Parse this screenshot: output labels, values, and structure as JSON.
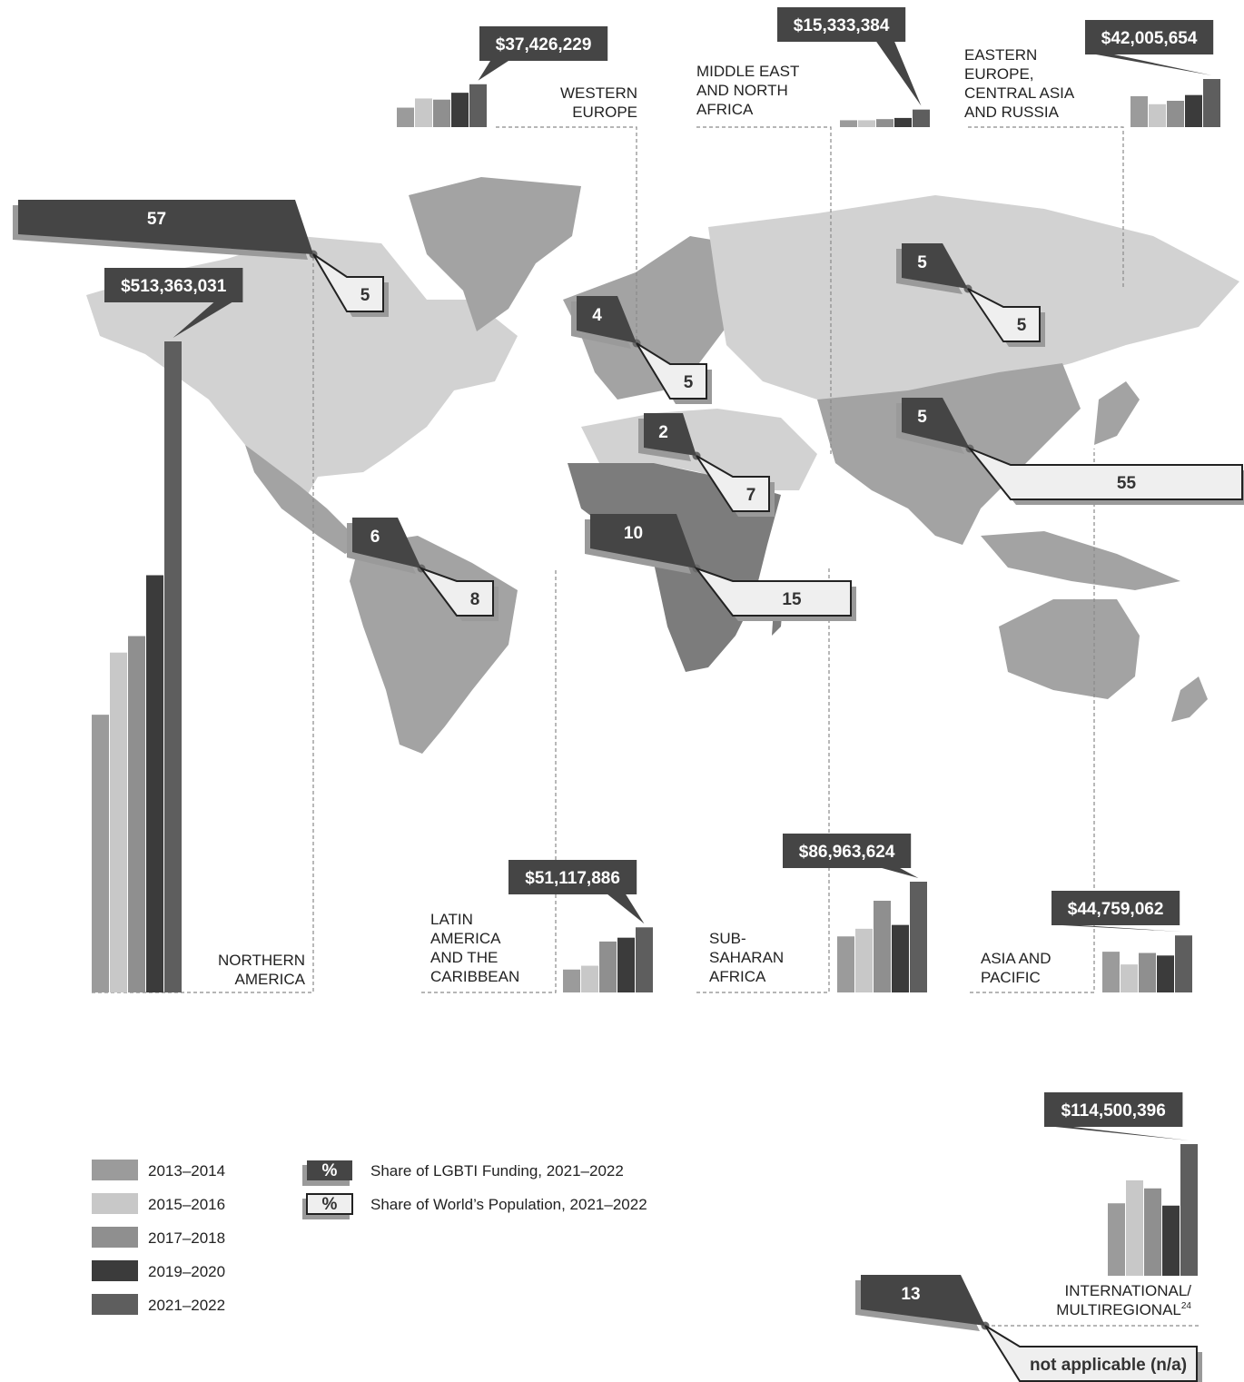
{
  "colors": {
    "p2013": "#9b9b9b",
    "p2015": "#c8c8c8",
    "p2017": "#8f8f8f",
    "p2019": "#3b3b3b",
    "p2021": "#5e5e5e",
    "map_light": "#d2d2d2",
    "map_mid": "#a3a3a3",
    "map_dark": "#7c7c7c",
    "callout_dark": "#454545",
    "callout_light": "#efefef",
    "shadow": "#9a9a9a"
  },
  "legend": {
    "periods": [
      {
        "label": "2013–2014",
        "color_key": "p2013"
      },
      {
        "label": "2015–2016",
        "color_key": "p2015"
      },
      {
        "label": "2017–2018",
        "color_key": "p2017"
      },
      {
        "label": "2019–2020",
        "color_key": "p2019"
      },
      {
        "label": "2021–2022",
        "color_key": "p2021"
      }
    ],
    "funding_symbol": "%",
    "funding_label": "Share of LGBTI Funding, 2021–2022",
    "population_symbol": "%",
    "population_label": "Share of World’s Population, 2021–2022"
  },
  "chart_data": {
    "type": "bar",
    "title": "",
    "categories": [
      "2013–2014",
      "2015–2016",
      "2017–2018",
      "2019–2020",
      "2021–2022"
    ],
    "y_unit": "USD",
    "regions": [
      {
        "id": "northern-america",
        "name_lines": [
          "NORTHERN",
          "AMERICA"
        ],
        "latest_amount_label": "$513,363,031",
        "latest_value": 513363031,
        "values": [
          219000000,
          268000000,
          281000000,
          329000000,
          513363031
        ],
        "funding_share": "57",
        "population_share": "5"
      },
      {
        "id": "western-europe",
        "name_lines": [
          "WESTERN",
          "EUROPE"
        ],
        "latest_amount_label": "$37,426,229",
        "latest_value": 37426229,
        "values": [
          17000000,
          25000000,
          24000000,
          30000000,
          37426229
        ],
        "funding_share": "4",
        "population_share": "5"
      },
      {
        "id": "mena",
        "name_lines": [
          "MIDDLE EAST",
          "AND NORTH",
          "AFRICA"
        ],
        "latest_amount_label": "$15,333,384",
        "latest_value": 15333384,
        "values": [
          6000000,
          6000000,
          7000000,
          8000000,
          15333384
        ],
        "funding_share": "2",
        "population_share": "7"
      },
      {
        "id": "eecar",
        "name_lines": [
          "EASTERN",
          "EUROPE,",
          "CENTRAL ASIA",
          "AND RUSSIA"
        ],
        "latest_amount_label": "$42,005,654",
        "latest_value": 42005654,
        "values": [
          27000000,
          20000000,
          23000000,
          28000000,
          42005654
        ],
        "funding_share": "5",
        "population_share": "5"
      },
      {
        "id": "latin-america",
        "name_lines": [
          "LATIN",
          "AMERICA",
          "AND THE",
          "CARIBBEAN"
        ],
        "latest_amount_label": "$51,117,886",
        "latest_value": 51117886,
        "values": [
          18000000,
          21000000,
          40000000,
          43000000,
          51117886
        ],
        "funding_share": "6",
        "population_share": "8"
      },
      {
        "id": "sub-saharan-africa",
        "name_lines": [
          "SUB-",
          "SAHARAN",
          "AFRICA"
        ],
        "latest_amount_label": "$86,963,624",
        "latest_value": 86963624,
        "values": [
          44000000,
          50000000,
          72000000,
          53000000,
          86963624
        ],
        "funding_share": "10",
        "population_share": "15"
      },
      {
        "id": "asia-pacific",
        "name_lines": [
          "ASIA AND",
          "PACIFIC"
        ],
        "latest_amount_label": "$44,759,062",
        "latest_value": 44759062,
        "values": [
          32000000,
          22000000,
          31000000,
          29000000,
          44759062
        ],
        "funding_share": "5",
        "population_share": "55"
      },
      {
        "id": "international",
        "name_lines": [
          "INTERNATIONAL/",
          "MULTIREGIONAL"
        ],
        "footnote": "24",
        "latest_amount_label": "$114,500,396",
        "latest_value": 114500396,
        "values": [
          63000000,
          83000000,
          76000000,
          61000000,
          114500396
        ],
        "funding_share": "13",
        "population_share": "not applicable (n/a)"
      }
    ]
  }
}
